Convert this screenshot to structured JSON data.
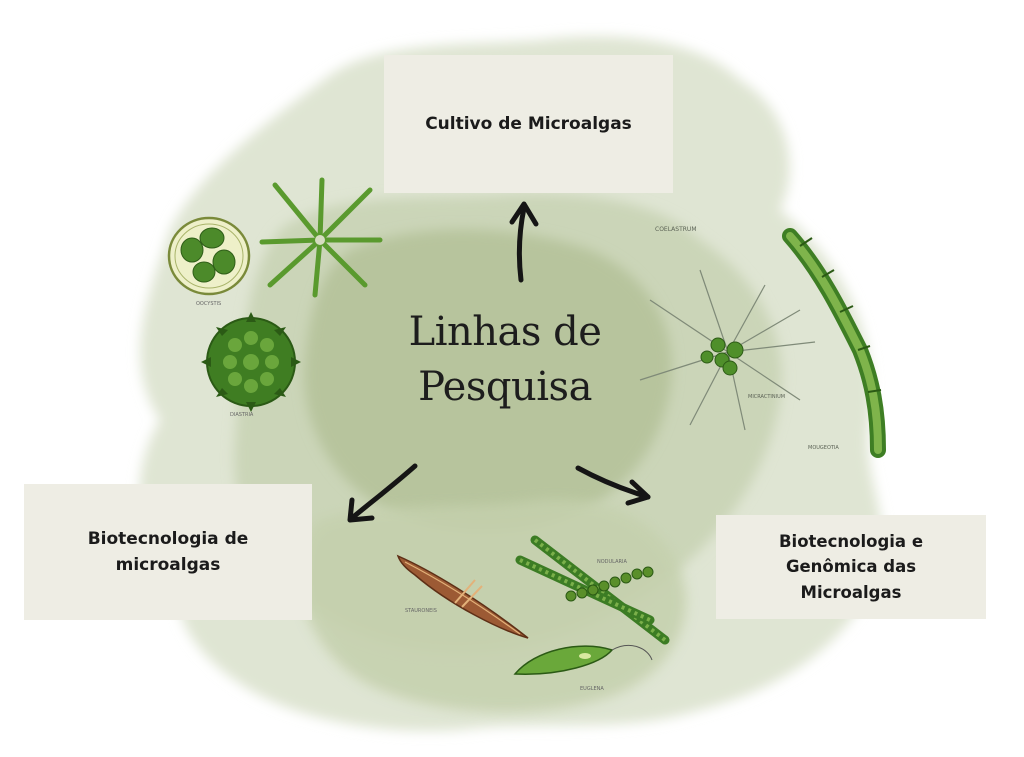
{
  "center": {
    "line1": "Linhas de",
    "line2": "Pesquisa"
  },
  "boxes": {
    "top": {
      "label": "Cultivo de Microalgas"
    },
    "left": {
      "line1": "Biotecnologia de",
      "line2": "microalgas"
    },
    "right": {
      "line1": "Biotecnologia e",
      "line2": "Genômica das",
      "line3": "Microalgas"
    }
  },
  "micro_labels": {
    "coelastrum": "COELASTRUM",
    "micractinium": "MICRACTINIUM",
    "mougeotia": "MOUGEOTIA",
    "diastria": "DIASTRIA",
    "oocystis": "OOCYSTIS",
    "stauroneis": "STAURONEIS",
    "anabaena": "NODULARIA",
    "euglena": "EUGLENA"
  },
  "colors": {
    "wash_light": "#dde3d0",
    "wash_mid": "#c7d1b3",
    "wash_dark": "#b3c198",
    "box_bg": "#eeede4",
    "algae_green": "#4f8a2c",
    "diatom_brown": "#8a4a2a"
  }
}
